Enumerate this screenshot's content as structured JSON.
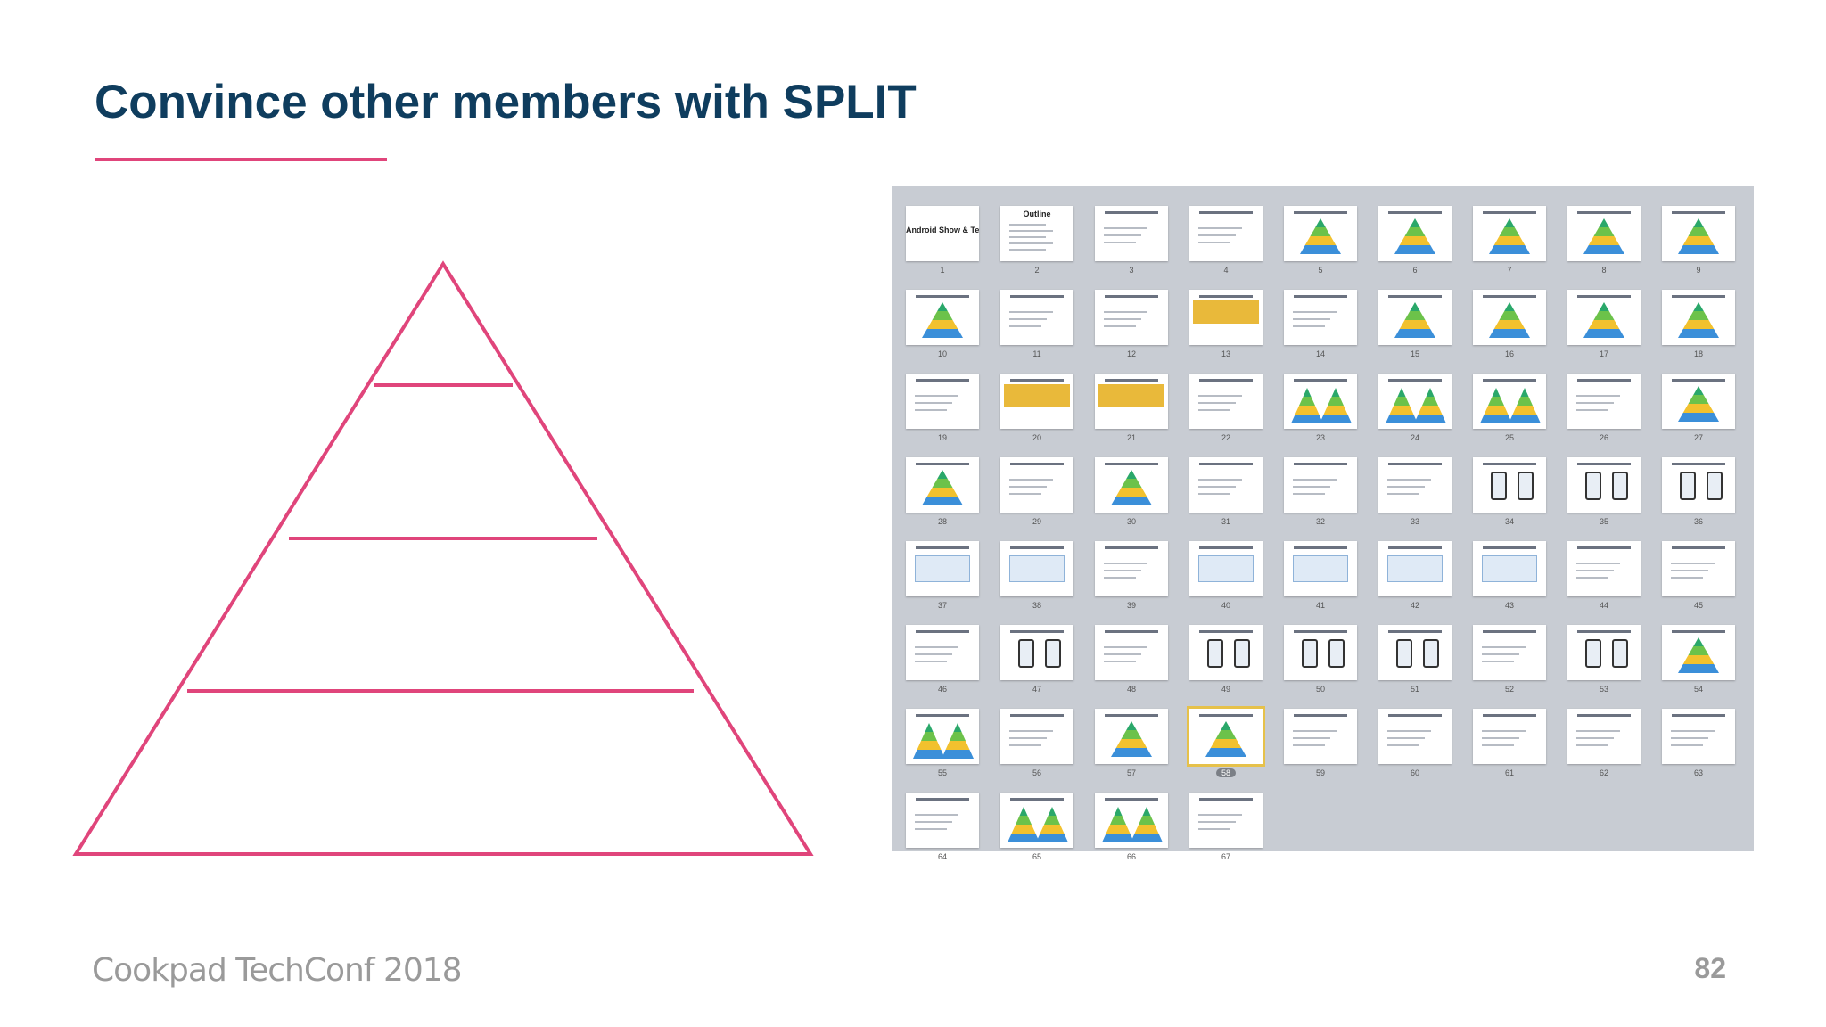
{
  "slide": {
    "title": "Convince other members with SPLIT",
    "footer": "Cookpad TechConf 2018",
    "page_number": "82",
    "colors": {
      "title": "#0f3d5e",
      "accent": "#e0457b",
      "footer": "#9a9a9a",
      "sorter_background": "#c8ccd3"
    }
  },
  "pyramid": {
    "level_count": 4,
    "color": "#e0457b"
  },
  "slide_sorter": {
    "selected_slide": "58",
    "first_slide_title": "Android Show & Tell",
    "second_slide_title": "Outline",
    "slides": [
      "1",
      "2",
      "3",
      "4",
      "5",
      "6",
      "7",
      "8",
      "9",
      "10",
      "11",
      "12",
      "13",
      "14",
      "15",
      "16",
      "17",
      "18",
      "19",
      "20",
      "21",
      "22",
      "23",
      "24",
      "25",
      "26",
      "27",
      "28",
      "29",
      "30",
      "31",
      "32",
      "33",
      "34",
      "35",
      "36",
      "37",
      "38",
      "39",
      "40",
      "41",
      "42",
      "43",
      "44",
      "45",
      "46",
      "47",
      "48",
      "49",
      "50",
      "51",
      "52",
      "53",
      "54",
      "55",
      "56",
      "57",
      "58",
      "59",
      "60",
      "61",
      "62",
      "63",
      "64",
      "65",
      "66",
      "67"
    ]
  }
}
